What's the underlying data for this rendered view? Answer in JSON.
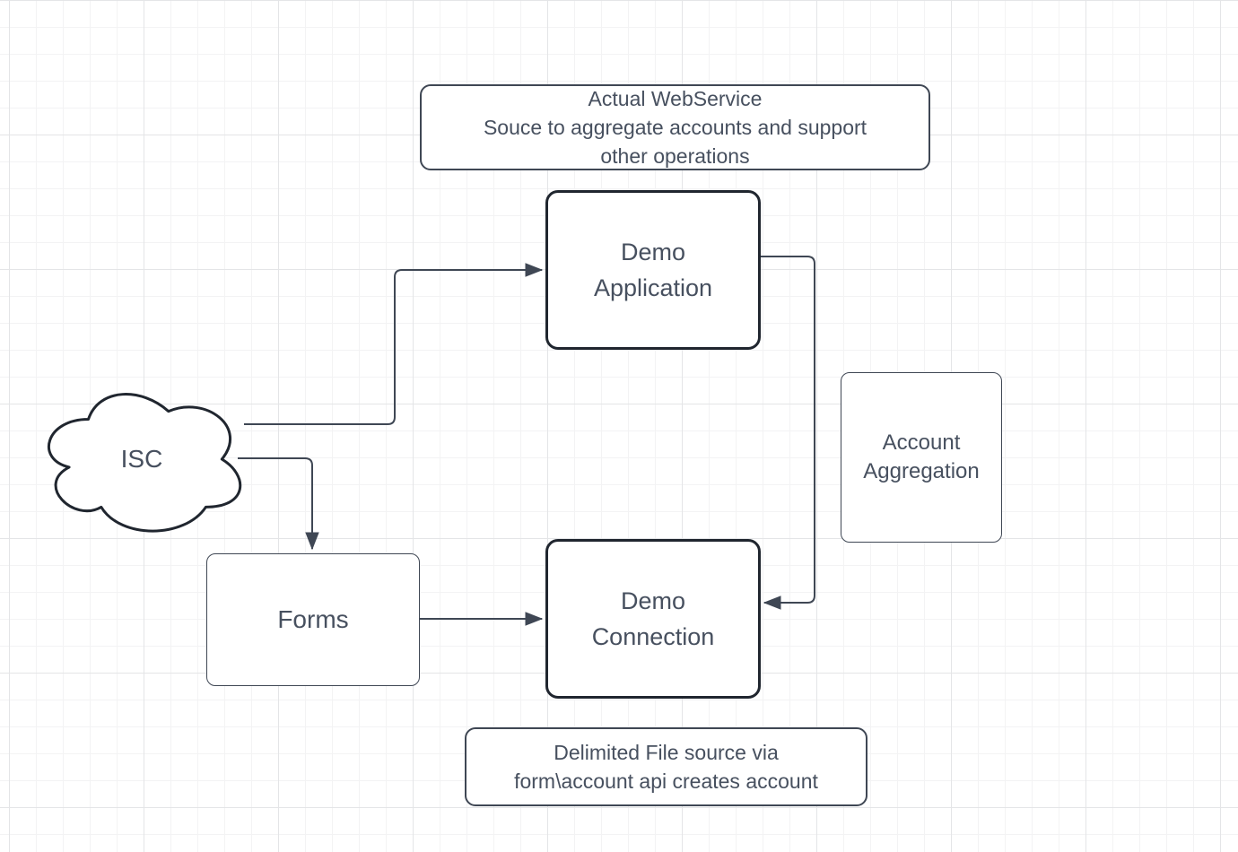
{
  "diagram": {
    "type": "flow-diagram",
    "nodes": {
      "webservice_note": {
        "label": "Actual WebService\nSouce to aggregate accounts and support\nother operations",
        "shape": "note-rectangle"
      },
      "demo_application": {
        "label": "Demo\nApplication",
        "shape": "rounded-rectangle"
      },
      "isc": {
        "label": "ISC",
        "shape": "cloud"
      },
      "forms": {
        "label": "Forms",
        "shape": "rounded-rectangle"
      },
      "demo_connection": {
        "label": "Demo\nConnection",
        "shape": "rounded-rectangle"
      },
      "account_aggregation": {
        "label": "Account\nAggregation",
        "shape": "rounded-rectangle"
      },
      "delimited_note": {
        "label": "Delimited File source via\nform\\account api creates account",
        "shape": "note-rectangle"
      }
    },
    "edges": [
      {
        "from": "isc",
        "to": "demo_application",
        "arrow": "end"
      },
      {
        "from": "isc",
        "to": "forms",
        "arrow": "end"
      },
      {
        "from": "forms",
        "to": "demo_connection",
        "arrow": "end"
      },
      {
        "from": "demo_application",
        "to": "demo_connection",
        "arrow": "end"
      }
    ],
    "colors": {
      "canvas_background": "#ffffff",
      "grid_minor": "#f3f3f4",
      "grid_major": "#e4e5e7",
      "stroke_strong": "#20262f",
      "stroke_thin": "#3f4754",
      "edge_stroke": "#3f4754",
      "text_color": "#47505f",
      "shape_fill": "#ffffff"
    }
  }
}
